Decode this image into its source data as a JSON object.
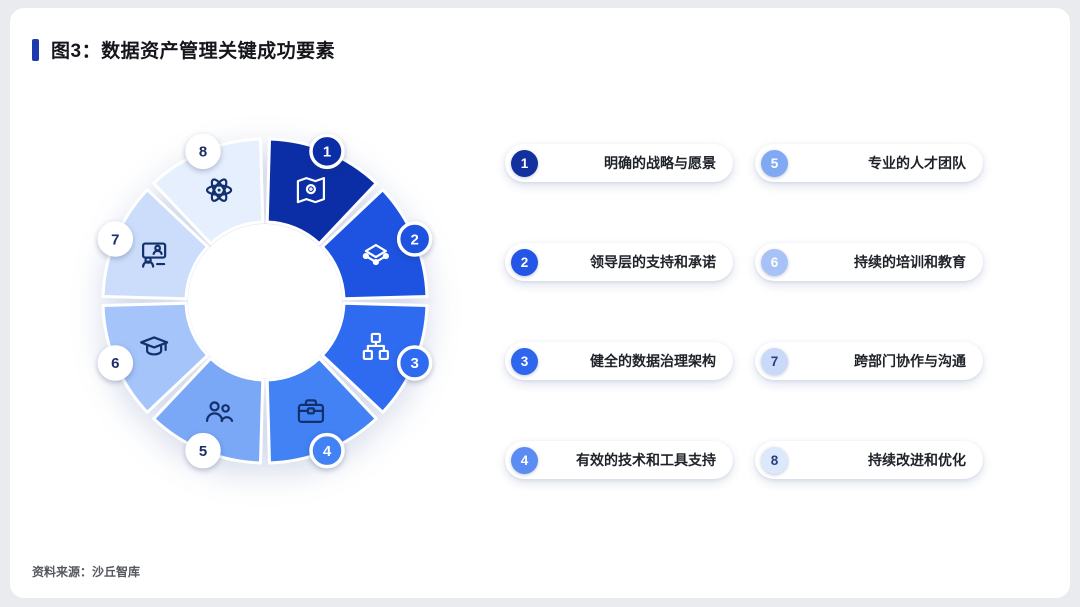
{
  "page": {
    "title": "图3：数据资产管理关键成功要素",
    "source": "资料来源：沙丘智库"
  },
  "colors": {
    "accent": "#1E3AAC",
    "card_bg": "#ffffff",
    "page_bg": "#e9ebef"
  },
  "factors": [
    {
      "num": "1",
      "label": "明确的战略与愿景",
      "segment_color": "#0B2DA5",
      "pill_badge_bg": "#12309E",
      "pill_badge_text": "#ffffff",
      "wheel_badge_bg": "#0B2DA5",
      "wheel_badge_text": "#ffffff",
      "icon": "map-icon",
      "icon_color": "#ffffff"
    },
    {
      "num": "2",
      "label": "领导层的支持和承诺",
      "segment_color": "#1E52E0",
      "pill_badge_bg": "#2355E6",
      "pill_badge_text": "#ffffff",
      "wheel_badge_bg": "#1E52E0",
      "wheel_badge_text": "#ffffff",
      "icon": "data-layers-icon",
      "icon_color": "#ffffff"
    },
    {
      "num": "3",
      "label": "健全的数据治理架构",
      "segment_color": "#2F6BF0",
      "pill_badge_bg": "#2E66EE",
      "pill_badge_text": "#ffffff",
      "wheel_badge_bg": "#2F6BF0",
      "wheel_badge_text": "#ffffff",
      "icon": "org-chart-icon",
      "icon_color": "#ffffff"
    },
    {
      "num": "4",
      "label": "有效的技术和工具支持",
      "segment_color": "#4282F4",
      "pill_badge_bg": "#5B8CF3",
      "pill_badge_text": "#ffffff",
      "wheel_badge_bg": "#4282F4",
      "wheel_badge_text": "#ffffff",
      "icon": "toolbox-icon",
      "icon_color": "#12306E"
    },
    {
      "num": "5",
      "label": "专业的人才团队",
      "segment_color": "#7AA8F6",
      "pill_badge_bg": "#7FA9F2",
      "pill_badge_text": "#ffffff",
      "wheel_badge_bg": "#FFFFFF",
      "wheel_badge_text": "#1D2F66",
      "icon": "team-icon",
      "icon_color": "#12306E"
    },
    {
      "num": "6",
      "label": "持续的培训和教育",
      "segment_color": "#A5C4F9",
      "pill_badge_bg": "#A6C2F6",
      "pill_badge_text": "#ffffff",
      "wheel_badge_bg": "#FFFFFF",
      "wheel_badge_text": "#1D2F66",
      "icon": "graduation-cap-icon",
      "icon_color": "#12306E"
    },
    {
      "num": "7",
      "label": "跨部门协作与沟通",
      "segment_color": "#CBDDFB",
      "pill_badge_bg": "#C9DAF8",
      "pill_badge_text": "#2B3F7E",
      "wheel_badge_bg": "#FFFFFF",
      "wheel_badge_text": "#1D2F66",
      "icon": "collaboration-icon",
      "icon_color": "#12306E"
    },
    {
      "num": "8",
      "label": "持续改进和优化",
      "segment_color": "#E6EFFD",
      "pill_badge_bg": "#DCE8FB",
      "pill_badge_text": "#2B3F7E",
      "wheel_badge_bg": "#FFFFFF",
      "wheel_badge_text": "#1D2F66",
      "icon": "atom-icon",
      "icon_color": "#12306E"
    }
  ]
}
